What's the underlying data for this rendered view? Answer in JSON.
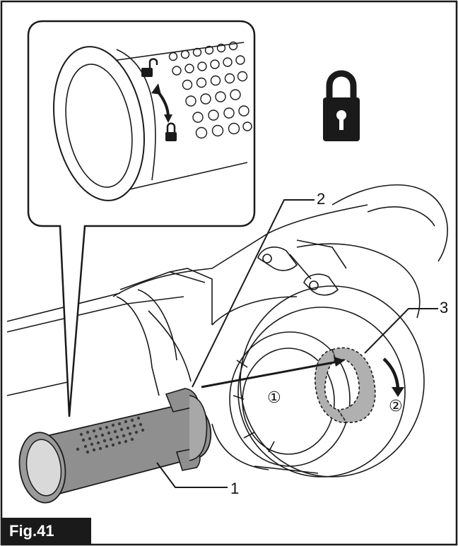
{
  "figure": {
    "label": "Fig.41"
  },
  "callouts": {
    "part_1": "1",
    "part_2": "2",
    "part_3": "3"
  },
  "steps": {
    "step_1": "①",
    "step_2": "②"
  },
  "icons": {
    "lock": "lock-icon",
    "lock_small": "lock-small-icon",
    "unlock_small": "unlock-small-icon",
    "rotate_arrow": "rotate-arrow-icon"
  },
  "colors": {
    "line": "#1a1a1a",
    "part_fill": "#8f8f8f",
    "highlight_fill": "#b0b0b0",
    "label_bg": "#1a1a1a"
  }
}
